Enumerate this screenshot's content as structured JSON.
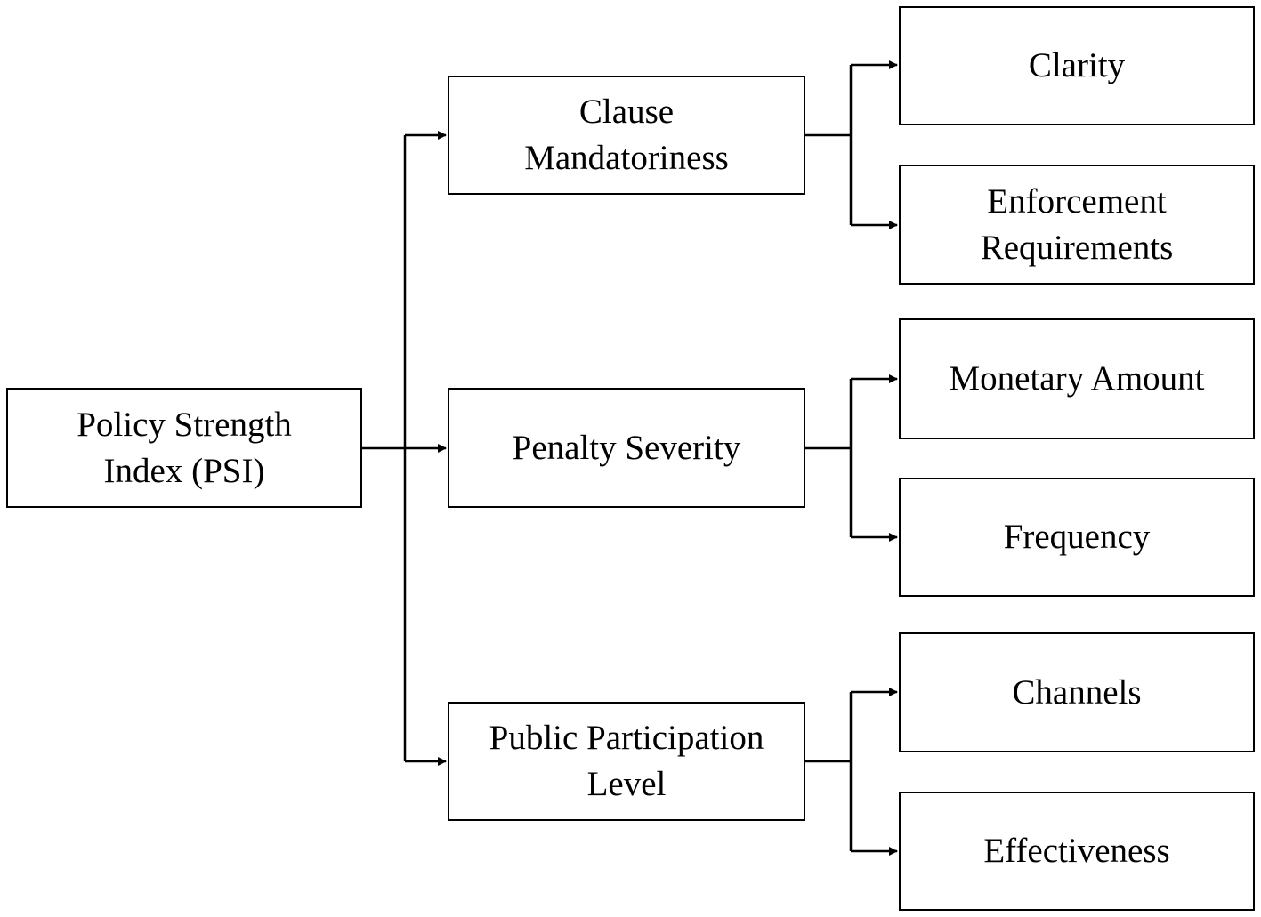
{
  "root": {
    "line1": "Policy Strength",
    "line2": "Index (PSI)"
  },
  "dimensions": [
    {
      "line1": "Clause",
      "line2": "Mandatoriness",
      "children": [
        {
          "line1": "Clarity",
          "line2": ""
        },
        {
          "line1": "Enforcement",
          "line2": "Requirements"
        }
      ]
    },
    {
      "line1": "Penalty Severity",
      "line2": "",
      "children": [
        {
          "line1": "Monetary Amount",
          "line2": ""
        },
        {
          "line1": "Frequency",
          "line2": ""
        }
      ]
    },
    {
      "line1": "Public Participation",
      "line2": "Level",
      "children": [
        {
          "line1": "Channels",
          "line2": ""
        },
        {
          "line1": "Effectiveness",
          "line2": ""
        }
      ]
    }
  ],
  "colors": {
    "line": "#000000",
    "box_border": "#000000",
    "background": "#ffffff"
  }
}
